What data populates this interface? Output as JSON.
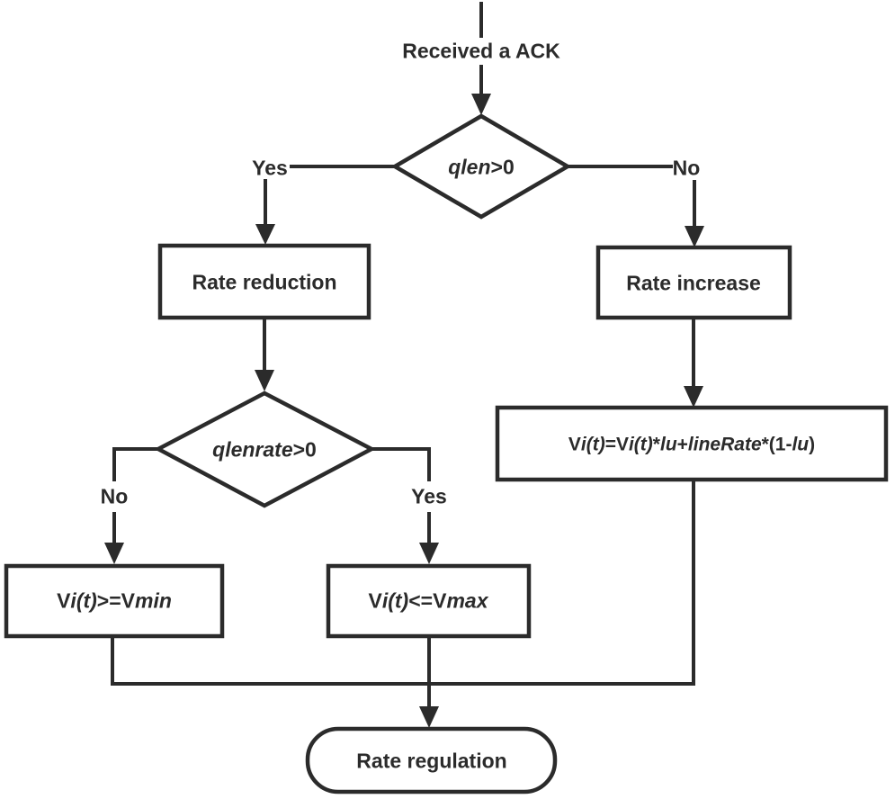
{
  "colors": {
    "stroke": "#2b2b2b",
    "text": "#2b2b2b",
    "background": "#ffffff",
    "node_fill": "#ffffff"
  },
  "start": {
    "label": "Received a ACK"
  },
  "decisions": {
    "qlen": {
      "segments": [
        {
          "text": "qlen",
          "style": "italic"
        },
        {
          "text": ">0",
          "style": "normal"
        }
      ]
    },
    "qlenrate": {
      "segments": [
        {
          "text": "qlenrate",
          "style": "italic"
        },
        {
          "text": ">0",
          "style": "normal"
        }
      ]
    }
  },
  "processes": {
    "rate_reduction": {
      "label": "Rate reduction"
    },
    "rate_increase": {
      "label": "Rate increase"
    },
    "vmin_check": {
      "segments": [
        {
          "text": "V",
          "style": "normal"
        },
        {
          "text": "i(t)",
          "style": "italic"
        },
        {
          "text": ">=V",
          "style": "normal"
        },
        {
          "text": "min",
          "style": "italic"
        }
      ]
    },
    "vmax_check": {
      "segments": [
        {
          "text": "V",
          "style": "normal"
        },
        {
          "text": "i(t)",
          "style": "italic"
        },
        {
          "text": "<=V",
          "style": "normal"
        },
        {
          "text": "max",
          "style": "italic"
        }
      ]
    },
    "rate_formula": {
      "segments": [
        {
          "text": "V",
          "style": "normal"
        },
        {
          "text": "i(t)",
          "style": "italic"
        },
        {
          "text": "=V",
          "style": "normal"
        },
        {
          "text": "i(t)",
          "style": "italic"
        },
        {
          "text": "*",
          "style": "normal"
        },
        {
          "text": "lu",
          "style": "italic"
        },
        {
          "text": "+",
          "style": "normal"
        },
        {
          "text": "lineRate",
          "style": "italic"
        },
        {
          "text": "*(1-",
          "style": "normal"
        },
        {
          "text": "lu",
          "style": "italic"
        },
        {
          "text": ")",
          "style": "normal"
        }
      ]
    }
  },
  "terminal": {
    "rate_regulation": {
      "label": "Rate regulation"
    }
  },
  "edge_labels": {
    "qlen_yes": "Yes",
    "qlen_no": "No",
    "qlenrate_no": "No",
    "qlenrate_yes": "Yes"
  }
}
